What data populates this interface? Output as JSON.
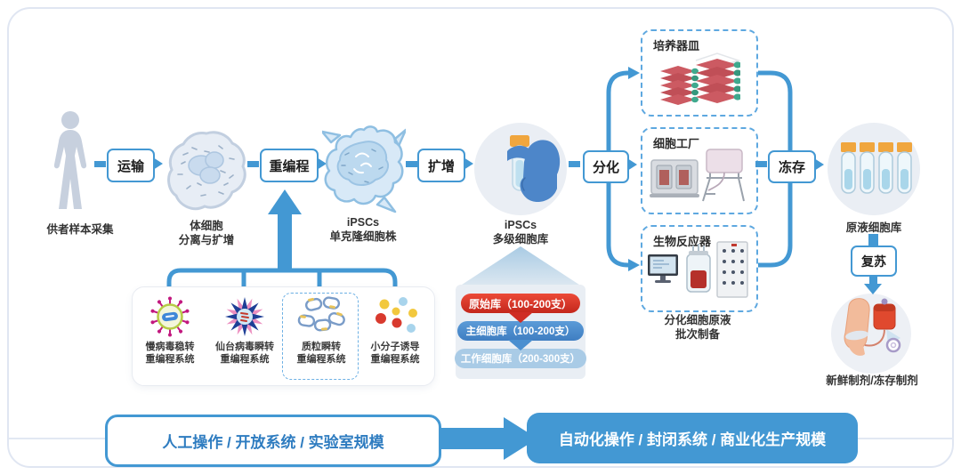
{
  "palette": {
    "arrow_blue": "#4398d3",
    "dashed_border": "#5ea8e0",
    "frame_border": "#e0e6f2",
    "tier_red": "#d6352b",
    "tier_blue": "#4a8fd0",
    "tier_lightblue": "#a9cbe6",
    "banner_blue": "#4398d3",
    "banner_text_blue": "#2e7cc0"
  },
  "flow": {
    "donor_label": "供者样本采集",
    "transport_label": "运输",
    "somatic_l1": "体细胞",
    "somatic_l2": "分离与扩增",
    "reprogram_label": "重编程",
    "ipsc_clone_l1": "iPSCs",
    "ipsc_clone_l2": "单克隆细胞株",
    "expand_label": "扩增",
    "ipsc_bank_l1": "iPSCs",
    "ipsc_bank_l2": "多级细胞库",
    "differentiate_label": "分化",
    "freeze_label": "冻存",
    "stock_bank_label": "原液细胞库",
    "revive_label": "复苏",
    "preparation_label": "新鲜制剂/冻存制剂"
  },
  "differentiation_vessels": {
    "culture_label": "培养器皿",
    "factory_label": "细胞工厂",
    "bioreactor_label": "生物反应器",
    "batch_l1": "分化细胞原液",
    "batch_l2": "批次制备"
  },
  "reprogram_systems": {
    "items": [
      {
        "l1": "慢病毒稳转",
        "l2": "重编程系统"
      },
      {
        "l1": "仙台病毒瞬转",
        "l2": "重编程系统"
      },
      {
        "l1": "质粒瞬转",
        "l2": "重编程系统"
      },
      {
        "l1": "小分子诱导",
        "l2": "重编程系统"
      }
    ]
  },
  "cell_bank": {
    "tiers": [
      {
        "label": "原始库（100-200支）",
        "color": "#d6352b"
      },
      {
        "label": "主细胞库（100-200支）",
        "color": "#4a8fd0"
      },
      {
        "label": "工作细胞库（200-300支）",
        "color": "#a9cbe6"
      }
    ]
  },
  "banner": {
    "left_label": "人工操作 / 开放系统 / 实验室规模",
    "right_label": "自动化操作 / 封闭系统 / 商业化生产规模"
  }
}
